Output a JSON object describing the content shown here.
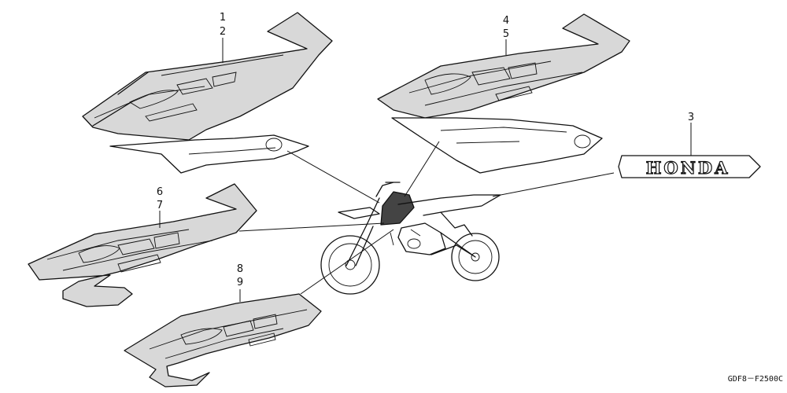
{
  "callouts": {
    "p1": "1",
    "p2": "2",
    "p3": "3",
    "p4": "4",
    "p5": "5",
    "p6": "6",
    "p7": "7",
    "p8": "8",
    "p9": "9"
  },
  "decals": {
    "emblem_text": "HONDA"
  },
  "diagram_code": "GDF8－F2500C"
}
